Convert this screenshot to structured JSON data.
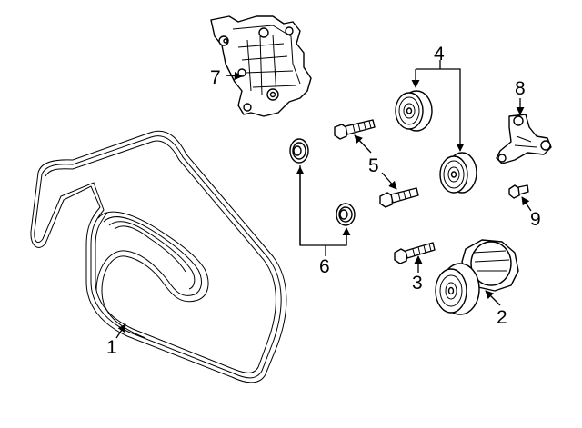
{
  "callouts": {
    "c1": "1",
    "c2": "2",
    "c3": "3",
    "c4": "4",
    "c5": "5",
    "c6": "6",
    "c7": "7",
    "c8": "8",
    "c9": "9"
  },
  "parts": [
    {
      "number": "1",
      "kind": "serpentine-belt"
    },
    {
      "number": "2",
      "kind": "belt-tensioner"
    },
    {
      "number": "3",
      "kind": "tensioner-bolt"
    },
    {
      "number": "4",
      "kind": "idler-pulley"
    },
    {
      "number": "5",
      "kind": "pulley-bolt"
    },
    {
      "number": "6",
      "kind": "pulley-dust-cap"
    },
    {
      "number": "7",
      "kind": "mounting-bracket"
    },
    {
      "number": "8",
      "kind": "support-bracket"
    },
    {
      "number": "9",
      "kind": "bracket-bolt"
    }
  ],
  "colors": {
    "line": "#000000",
    "background": "#ffffff"
  }
}
